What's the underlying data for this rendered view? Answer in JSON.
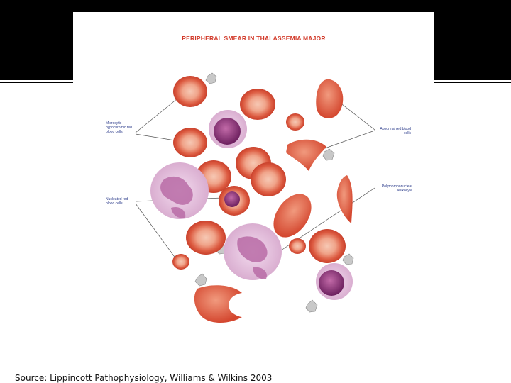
{
  "slide": {
    "figure_title": "PERIPHERAL SMEAR IN THALASSEMIA MAJOR",
    "labels": {
      "microcytic": "Microcytic hypochromic red blood cells",
      "abnormal": "Abnormal red blood cells",
      "nucleated": "Nucleated red blood cells",
      "polymorphonuclear": "Polymorphonuclear leukocyte"
    },
    "caption": "Source: Lippincott Pathophysiology, Williams & Wilkins 2003"
  },
  "colors": {
    "title": "#d23a2a",
    "rbc_rim": "#d8503a",
    "rbc_center": "#f2b39a",
    "nucleus": "#7a2a6a",
    "leukocyte": "#e4bfdc",
    "label_text": "#2a3a8a",
    "band": "#000000"
  }
}
